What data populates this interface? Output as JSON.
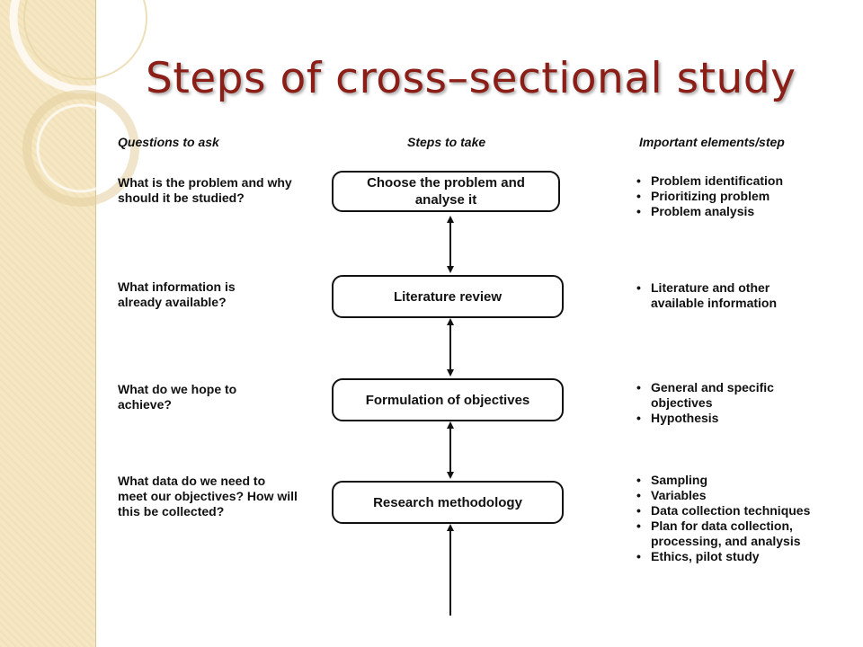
{
  "slide": {
    "title": "Steps of cross–sectional study"
  },
  "columns": {
    "questions": "Questions to ask",
    "steps": "Steps to take",
    "elements": "Important elements/step"
  },
  "rows": [
    {
      "question": "What is the problem and why should it be studied?",
      "step": "Choose the problem and analyse it",
      "elements": [
        "Problem identification",
        "Prioritizing problem",
        "Problem analysis"
      ]
    },
    {
      "question": "What information is already available?",
      "step": "Literature review",
      "elements": [
        "Literature and other available information"
      ]
    },
    {
      "question": "What do we hope to achieve?",
      "step": "Formulation of objectives",
      "elements": [
        "General and specific objectives",
        "Hypothesis"
      ]
    },
    {
      "question": "What data do we need to meet our objectives? How will this be collected?",
      "step": "Research methodology",
      "elements": [
        "Sampling",
        "Variables",
        "Data collection techniques",
        "Plan for data collection, processing, and analysis",
        "Ethics, pilot study"
      ]
    }
  ]
}
